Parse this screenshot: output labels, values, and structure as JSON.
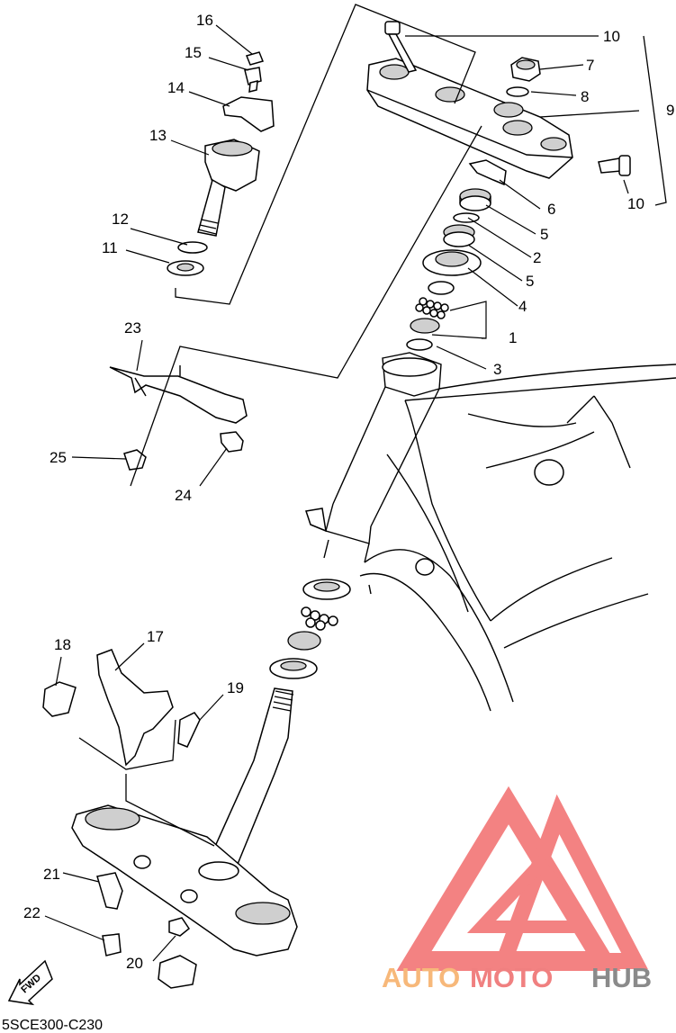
{
  "diagram": {
    "code": "5SCE300-C230",
    "fwd_label": "FWD",
    "callouts": [
      "1",
      "2",
      "3",
      "4",
      "5",
      "5",
      "6",
      "7",
      "8",
      "9",
      "10",
      "10",
      "11",
      "12",
      "13",
      "14",
      "15",
      "16",
      "17",
      "18",
      "19",
      "20",
      "21",
      "22",
      "23",
      "24",
      "25"
    ]
  },
  "watermark": {
    "part1": "AUTO",
    "part2": "MOTO",
    "part3": "HUB",
    "colors": {
      "auto": "#f7b87a",
      "moto": "#f08080",
      "hub": "#8a8a8a",
      "triangle": "#f26d6d"
    }
  }
}
